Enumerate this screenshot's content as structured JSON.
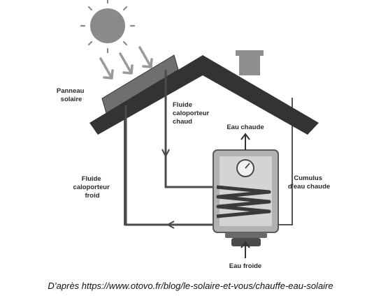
{
  "labels": {
    "panel": [
      "Panneau",
      "solaire"
    ],
    "hot_fluid": [
      "Fluide",
      "caloporteur",
      "chaud"
    ],
    "cold_fluid": [
      "Fluide",
      "caloporteur",
      "froid"
    ],
    "hot_water": "Eau chaude",
    "tank": [
      "Cumulus",
      "d'eau chaude"
    ],
    "cold_water": "Eau froide"
  },
  "caption": "D’après https://www.otovo.fr/blog/le-solaire-et-vous/chauffe-eau-solaire",
  "colors": {
    "roof": "#333333",
    "sun": "#8a8a8a",
    "pipe": "#4a4a4a",
    "tank_body": "#b2b2b2",
    "wall": "#555555"
  },
  "icons": [
    "sun-icon",
    "sunray-arrow-icon",
    "chimney-icon",
    "thermometer-dial-icon",
    "heat-exchanger-coil-icon"
  ]
}
